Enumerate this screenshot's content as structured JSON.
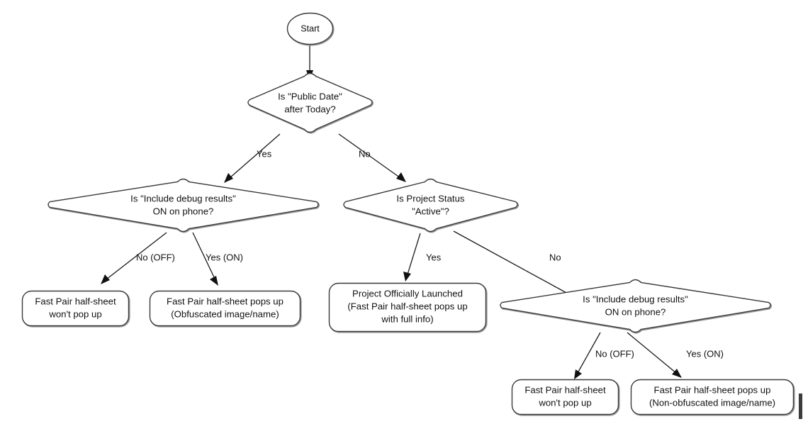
{
  "diagram": {
    "title": "Fast Pair half-sheet visibility decision flow",
    "type": "flowchart",
    "background_color": "#ffffff",
    "stroke_color": "#3a3a3a",
    "text_color": "#111111"
  },
  "nodes": {
    "start": {
      "shape": "ellipse",
      "label": "Start"
    },
    "decision_public_date": {
      "shape": "diamond",
      "line1": "Is \"Public Date\"",
      "line2": "after Today?"
    },
    "decision_debug_left": {
      "shape": "diamond",
      "line1": "Is \"Include debug results\"",
      "line2": "ON on phone?"
    },
    "decision_project_status": {
      "shape": "diamond",
      "line1": "Is Project Status",
      "line2": "\"Active\"?"
    },
    "decision_debug_right": {
      "shape": "diamond",
      "line1": "Is \"Include debug results\"",
      "line2": "ON on phone?"
    },
    "terminal_left_off": {
      "shape": "rounded-rect",
      "line1": "Fast Pair half-sheet",
      "line2": "won't pop up"
    },
    "terminal_left_on": {
      "shape": "rounded-rect",
      "line1": "Fast Pair half-sheet pops up",
      "line2": "(Obfuscated image/name)"
    },
    "terminal_launched": {
      "shape": "rounded-rect",
      "line1": "Project Officially Launched",
      "line2": "(Fast Pair half-sheet pops up",
      "line3": "with full info)"
    },
    "terminal_right_off": {
      "shape": "rounded-rect",
      "line1": "Fast Pair half-sheet",
      "line2": "won't pop up"
    },
    "terminal_right_on": {
      "shape": "rounded-rect",
      "line1": "Fast Pair half-sheet pops up",
      "line2": "(Non-obfuscated image/name)"
    }
  },
  "edges": {
    "start_to_public_date": {
      "label": ""
    },
    "public_date_yes": {
      "label": "Yes"
    },
    "public_date_no": {
      "label": "No"
    },
    "debug_left_off": {
      "label": "No (OFF)"
    },
    "debug_left_on": {
      "label": "Yes (ON)"
    },
    "project_status_yes": {
      "label": "Yes"
    },
    "project_status_no": {
      "label": "No"
    },
    "debug_right_off": {
      "label": "No (OFF)"
    },
    "debug_right_on": {
      "label": "Yes (ON)"
    }
  }
}
